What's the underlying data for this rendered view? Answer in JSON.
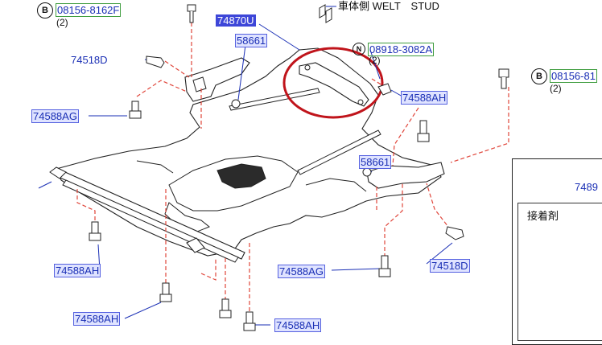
{
  "labels": {
    "ref_b_left": "B",
    "bolt_08156_8162F": "08156-8162F",
    "qty_b_left": "(2)",
    "bracket_74870U": "74870U",
    "welt_stud": "車体側 WELT　STUD",
    "clip_58661_top": "58661",
    "clip_74518D_left": "74518D",
    "ref_n": "N",
    "nut_08918_3082A": "08918-3082A",
    "qty_n": "(2)",
    "ref_b_right": "B",
    "bolt_08156_81": "08156-81",
    "qty_b_right": "(2)",
    "screw_74588AG_left": "74588AG",
    "screw_74588AH_right": "74588AH",
    "clip_58661_mid": "58661",
    "inset_part": "7489",
    "adhesive": "接着剤",
    "screw_74588AH_left": "74588AH",
    "screw_74588AG_center": "74588AG",
    "clip_74518D_right": "74518D",
    "screw_74588AH_bottom_left": "74588AH",
    "screw_74588AH_bottom_center": "74588AH"
  },
  "colors": {
    "line": "#222222",
    "leader": "#1a2fb5",
    "dashed": "#e0453a",
    "highlight_circle": "#c0141b",
    "part_number": "#1a2fb5"
  }
}
